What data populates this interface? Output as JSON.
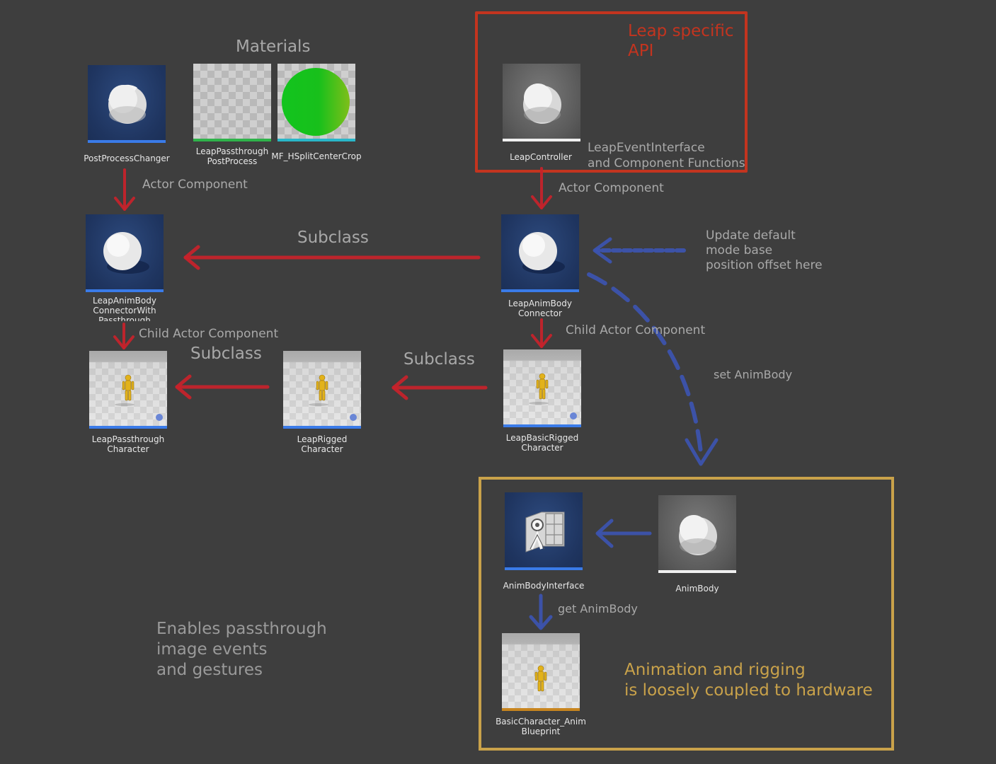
{
  "colors": {
    "background": "#3e3e3e",
    "leap_box": "#c3341f",
    "anim_box": "#c9a24a",
    "red_arrow": "#c8222a",
    "blue_arrow": "#3c54b0",
    "asset_bar_blue": "#3a7be8",
    "asset_bar_white": "#f0f0f0",
    "asset_bar_green": "#2fb34a",
    "asset_bar_cyan": "#29b7c9",
    "asset_bar_orange": "#c8851f"
  },
  "headings": {
    "materials": "Materials",
    "leap_specific": "Leap specific\nAPI"
  },
  "assets": {
    "post_process_changer": {
      "label": "PostProcessChanger",
      "icon": "blueprint-sphere-icon"
    },
    "leap_passthrough_postprocess": {
      "label": "LeapPassthrough\nPostProcess",
      "icon": "checker-material-icon"
    },
    "mf_hsplit": {
      "label": "MF_HSplitCenterCrop",
      "icon": "green-sphere-icon"
    },
    "leap_controller": {
      "label": "LeapController",
      "icon": "component-sphere-icon"
    },
    "anim_body_connector_pass": {
      "label": "LeapAnimBody\nConnectorWith\nPassthrough",
      "icon": "white-sphere-icon"
    },
    "anim_body_connector": {
      "label": "LeapAnimBody\nConnector",
      "icon": "white-sphere-icon"
    },
    "passthrough_character": {
      "label": "LeapPassthrough\nCharacter",
      "icon": "character-icon"
    },
    "rigged_character": {
      "label": "LeapRigged\nCharacter",
      "icon": "character-icon"
    },
    "basic_rigged_character": {
      "label": "LeapBasicRigged\nCharacter",
      "icon": "character-icon"
    },
    "anim_body_interface": {
      "label": "AnimBodyInterface",
      "icon": "interface-icon"
    },
    "anim_body": {
      "label": "AnimBody",
      "icon": "component-sphere-icon"
    },
    "basic_character_anim": {
      "label": "BasicCharacter_Anim\nBlueprint",
      "icon": "character-icon"
    }
  },
  "annotations": {
    "leap_event_interface": "LeapEventInterface\nand Component Functions",
    "actor_component_left": "Actor Component",
    "actor_component_right": "Actor Component",
    "subclass_top": "Subclass",
    "update_default": "Update default\nmode base\nposition offset here",
    "child_actor_left": "Child Actor Component",
    "child_actor_right": "Child Actor Component",
    "subclass_left": "Subclass",
    "subclass_mid": "Subclass",
    "set_anim_body": "set AnimBody",
    "get_anim_body": "get AnimBody",
    "anim_rigging": "Animation and rigging\nis loosely coupled to hardware",
    "enables_passthrough": "Enables passthrough\nimage events\nand gestures"
  }
}
